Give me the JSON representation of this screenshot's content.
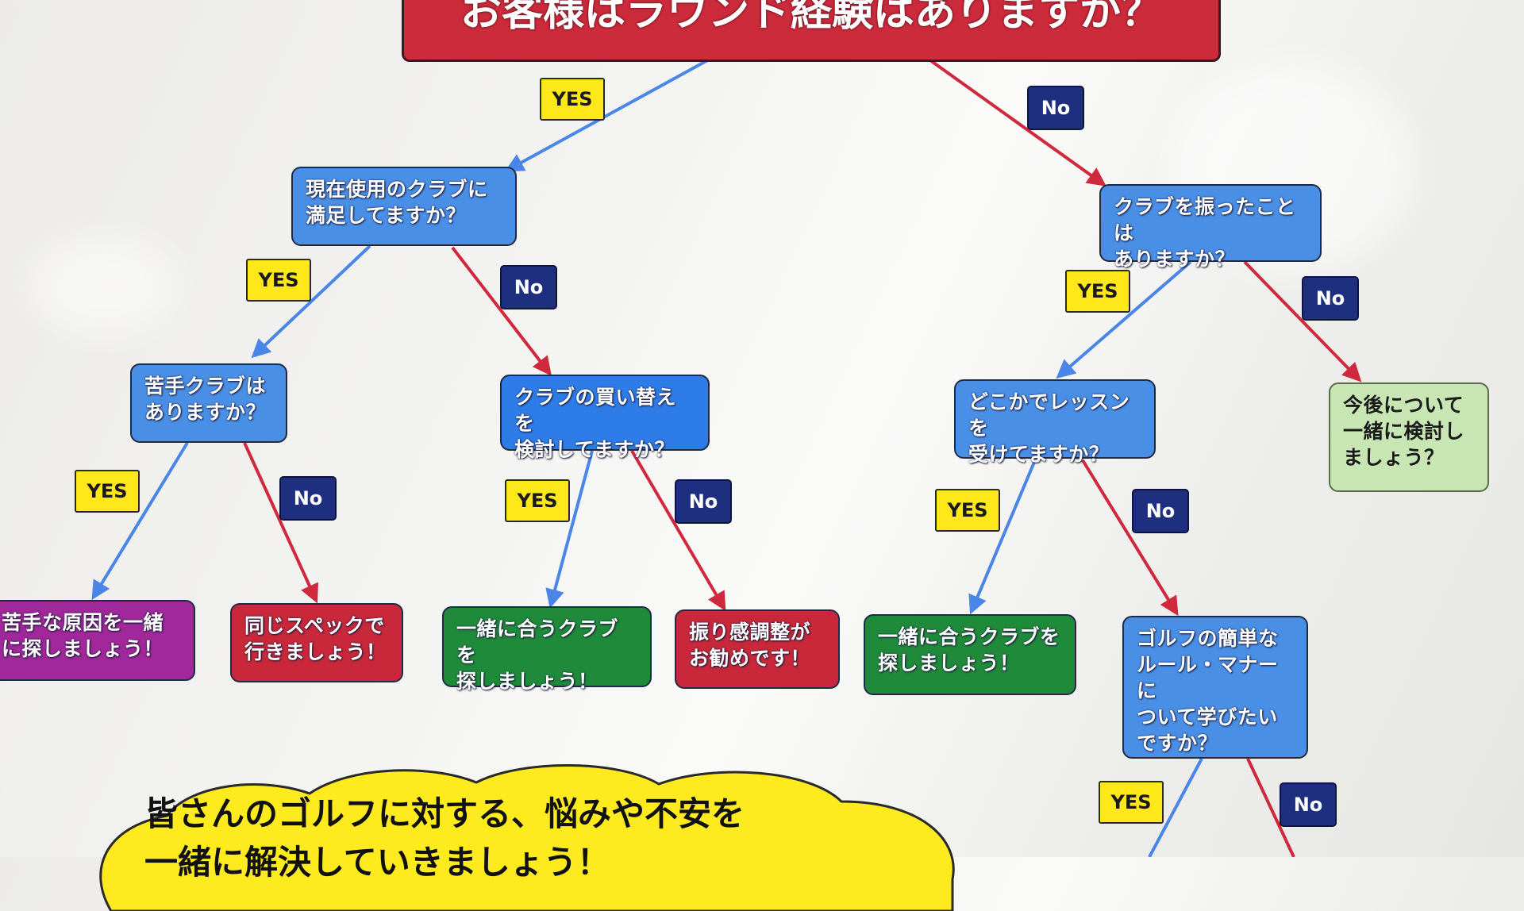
{
  "title": "お客様はラウンド経験はありますか？",
  "yes_label": "YES",
  "no_label": "No",
  "nodes": {
    "club_satisfied": "現在使用のクラブに\n満足してますか？",
    "swung_club": "クラブを振ったことは\nありますか？",
    "weak_club": "苦手クラブは\nありますか？",
    "replace_club": "クラブの買い替えを\n検討してますか？",
    "lesson": "どこかでレッスンを\n受けてますか？",
    "future": "今後について\n一緒に検討し\nましょう？",
    "find_cause": "苦手な原因を一緒\nに探しましょう！",
    "same_spec": "同じスペックで\n行きましょう！",
    "find_club_1": "一緒に合うクラブを\n探しましょう！",
    "swing_adjust": "振り感調整が\nお勧めです！",
    "find_club_2": "一緒に合うクラブを\n探しましょう！",
    "rules": "ゴルフの簡単な\nルール・マナーに\nついて学びたい\nですか？"
  },
  "footer": "皆さんのゴルフに対する、悩みや不安を\n一緒に解決していきましょう！",
  "colors": {
    "yes_arrow": "#4a86e8",
    "no_arrow": "#d0283c"
  }
}
